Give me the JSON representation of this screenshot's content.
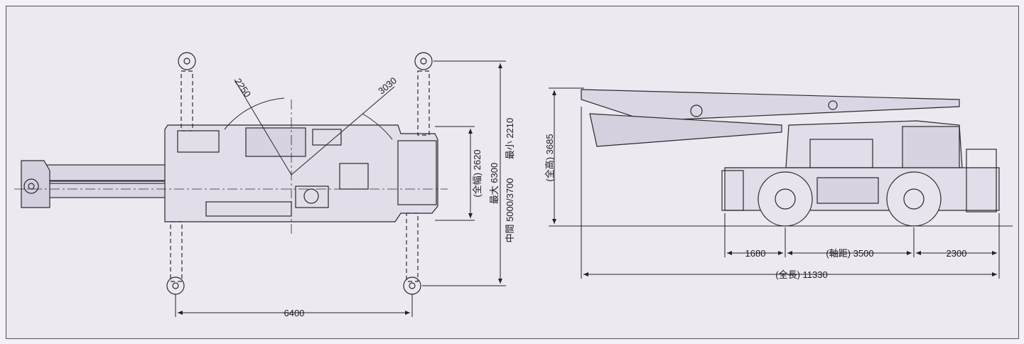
{
  "diagram": {
    "top_view": {
      "dim_outrigger_span_width": "6400",
      "dim_overall_width": "(全幅) 2620",
      "dim_outrigger_max": "最大 6300",
      "dim_outrigger_min": "最小 2210",
      "dim_outrigger_mid": "中間 5000/3700",
      "dim_radius_left": "2250",
      "dim_radius_right": "3030"
    },
    "side_view": {
      "dim_overall_height": "(全高) 3685",
      "dim_front_overhang": "1680",
      "dim_wheelbase": "(軸距) 3500",
      "dim_rear_overhang": "2300",
      "dim_overall_length": "(全長) 11330"
    }
  }
}
